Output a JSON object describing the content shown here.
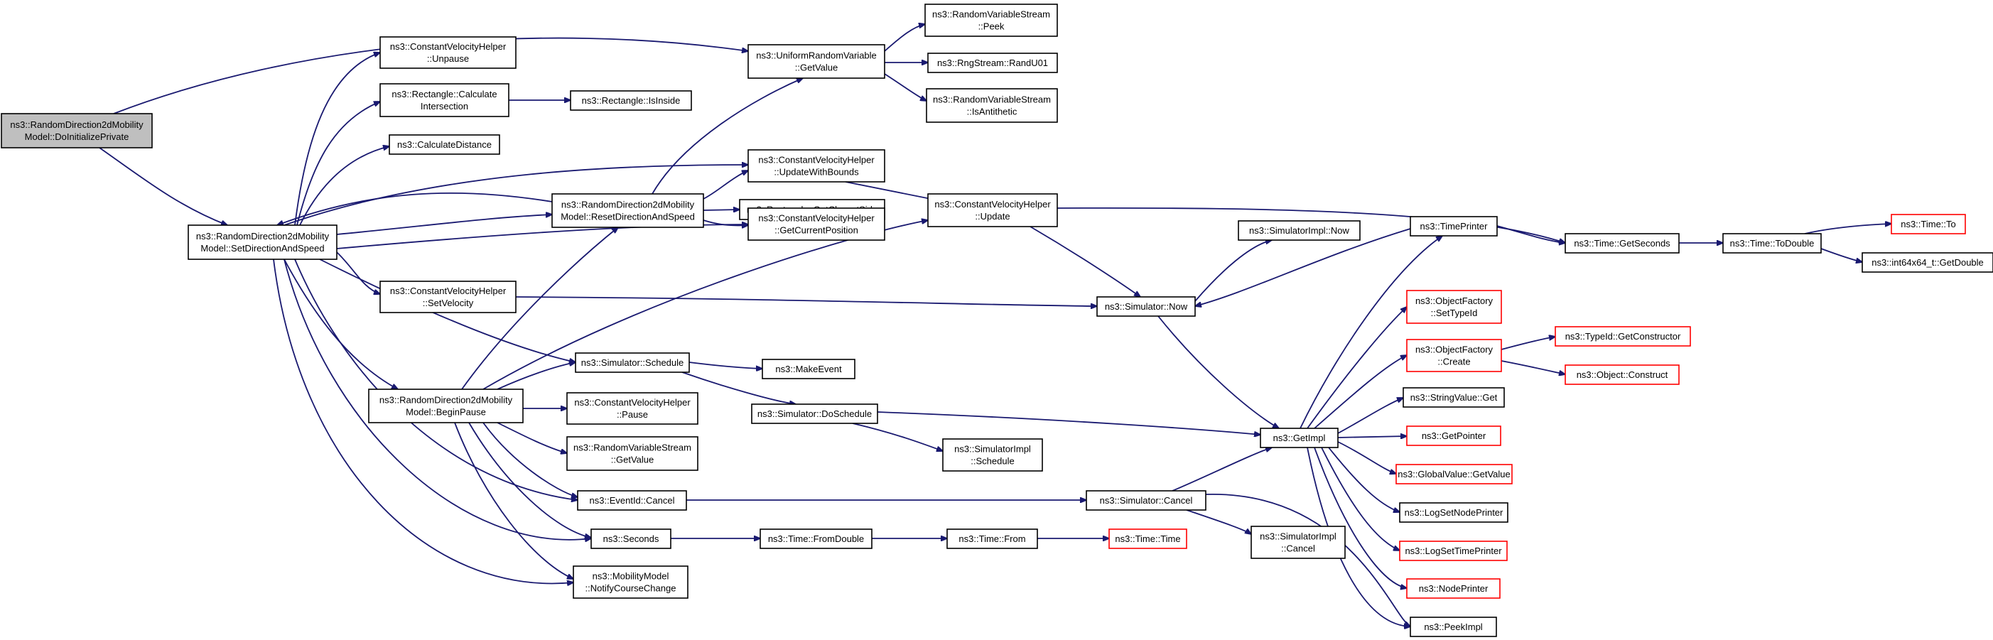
{
  "graph": {
    "edge_color": "#191970",
    "root_fill": "#bfbfbf",
    "missing_border": "#ff0000",
    "nodes": [
      {
        "id": "root",
        "lines": [
          "ns3::RandomDirection2dMobility",
          "Model::DoInitializePrivate"
        ],
        "style": "root"
      },
      {
        "id": "setdir",
        "lines": [
          "ns3::RandomDirection2dMobility",
          "Model::SetDirectionAndSpeed"
        ]
      },
      {
        "id": "uniform",
        "lines": [
          "ns3::UniformRandomVariable",
          "::GetValue"
        ]
      },
      {
        "id": "cvh_unpause",
        "lines": [
          "ns3::ConstantVelocityHelper",
          "::Unpause"
        ]
      },
      {
        "id": "rect_calc",
        "lines": [
          "ns3::Rectangle::Calculate",
          "Intersection"
        ]
      },
      {
        "id": "rect_inside",
        "lines": [
          "ns3::Rectangle::IsInside"
        ]
      },
      {
        "id": "calcdist",
        "lines": [
          "ns3::CalculateDistance"
        ]
      },
      {
        "id": "resetdir",
        "lines": [
          "ns3::RandomDirection2dMobility",
          "Model::ResetDirectionAndSpeed"
        ]
      },
      {
        "id": "cvh_setvel",
        "lines": [
          "ns3::ConstantVelocityHelper",
          "::SetVelocity"
        ]
      },
      {
        "id": "beginpause",
        "lines": [
          "ns3::RandomDirection2dMobility",
          "Model::BeginPause"
        ]
      },
      {
        "id": "rvs_peek",
        "lines": [
          "ns3::RandomVariableStream",
          "::Peek"
        ]
      },
      {
        "id": "rng_randu",
        "lines": [
          "ns3::RngStream::RandU01"
        ]
      },
      {
        "id": "rvs_isanti",
        "lines": [
          "ns3::RandomVariableStream",
          "::IsAntithetic"
        ]
      },
      {
        "id": "cvh_updbounds",
        "lines": [
          "ns3::ConstantVelocityHelper",
          "::UpdateWithBounds"
        ]
      },
      {
        "id": "rect_closest",
        "lines": [
          "ns3::Rectangle::GetClosestSide"
        ]
      },
      {
        "id": "cvh_getpos",
        "lines": [
          "ns3::ConstantVelocityHelper",
          "::GetCurrentPosition"
        ]
      },
      {
        "id": "cvh_update",
        "lines": [
          "ns3::ConstantVelocityHelper",
          "::Update"
        ]
      },
      {
        "id": "sim_schedule",
        "lines": [
          "ns3::Simulator::Schedule"
        ]
      },
      {
        "id": "makeevent",
        "lines": [
          "ns3::MakeEvent"
        ]
      },
      {
        "id": "cvh_pause",
        "lines": [
          "ns3::ConstantVelocityHelper",
          "::Pause"
        ]
      },
      {
        "id": "sim_dosched",
        "lines": [
          "ns3::Simulator::DoSchedule"
        ]
      },
      {
        "id": "rvs_getvalue",
        "lines": [
          "ns3::RandomVariableStream",
          "::GetValue"
        ]
      },
      {
        "id": "simimpl_sched",
        "lines": [
          "ns3::SimulatorImpl",
          "::Schedule"
        ]
      },
      {
        "id": "eventid_cancel",
        "lines": [
          "ns3::EventId::Cancel"
        ]
      },
      {
        "id": "sim_cancel",
        "lines": [
          "ns3::Simulator::Cancel"
        ]
      },
      {
        "id": "seconds",
        "lines": [
          "ns3::Seconds"
        ]
      },
      {
        "id": "time_fromdouble",
        "lines": [
          "ns3::Time::FromDouble"
        ]
      },
      {
        "id": "time_from",
        "lines": [
          "ns3::Time::From"
        ]
      },
      {
        "id": "time_time",
        "lines": [
          "ns3::Time::Time"
        ],
        "style": "red"
      },
      {
        "id": "mm_notify",
        "lines": [
          "ns3::MobilityModel",
          "::NotifyCourseChange"
        ]
      },
      {
        "id": "simimpl_cancel",
        "lines": [
          "ns3::SimulatorImpl",
          "::Cancel"
        ]
      },
      {
        "id": "sim_now",
        "lines": [
          "ns3::Simulator::Now"
        ]
      },
      {
        "id": "simimpl_now",
        "lines": [
          "ns3::SimulatorImpl::Now"
        ]
      },
      {
        "id": "getimpl",
        "lines": [
          "ns3::GetImpl"
        ]
      },
      {
        "id": "timeprinter",
        "lines": [
          "ns3::TimePrinter"
        ]
      },
      {
        "id": "objf_settype",
        "lines": [
          "ns3::ObjectFactory",
          "::SetTypeId"
        ],
        "style": "red"
      },
      {
        "id": "objf_create",
        "lines": [
          "ns3::ObjectFactory",
          "::Create"
        ],
        "style": "red"
      },
      {
        "id": "stringvalue_get",
        "lines": [
          "ns3::StringValue::Get"
        ]
      },
      {
        "id": "getpointer",
        "lines": [
          "ns3::GetPointer"
        ],
        "style": "red"
      },
      {
        "id": "globalvalue",
        "lines": [
          "ns3::GlobalValue::GetValue"
        ],
        "style": "red"
      },
      {
        "id": "lognodeprinter",
        "lines": [
          "ns3::LogSetNodePrinter"
        ]
      },
      {
        "id": "logtimeprinter",
        "lines": [
          "ns3::LogSetTimePrinter"
        ],
        "style": "red"
      },
      {
        "id": "nodeprinter",
        "lines": [
          "ns3::NodePrinter"
        ],
        "style": "red"
      },
      {
        "id": "peekimpl",
        "lines": [
          "ns3::PeekImpl"
        ]
      },
      {
        "id": "time_getseconds",
        "lines": [
          "ns3::Time::GetSeconds"
        ]
      },
      {
        "id": "time_todouble",
        "lines": [
          "ns3::Time::ToDouble"
        ]
      },
      {
        "id": "time_to",
        "lines": [
          "ns3::Time::To"
        ],
        "style": "red"
      },
      {
        "id": "int64_getdouble",
        "lines": [
          "ns3::int64x64_t::GetDouble"
        ]
      },
      {
        "id": "typeid_getctor",
        "lines": [
          "ns3::TypeId::GetConstructor"
        ],
        "style": "red"
      },
      {
        "id": "object_construct",
        "lines": [
          "ns3::Object::Construct"
        ],
        "style": "red"
      }
    ]
  }
}
